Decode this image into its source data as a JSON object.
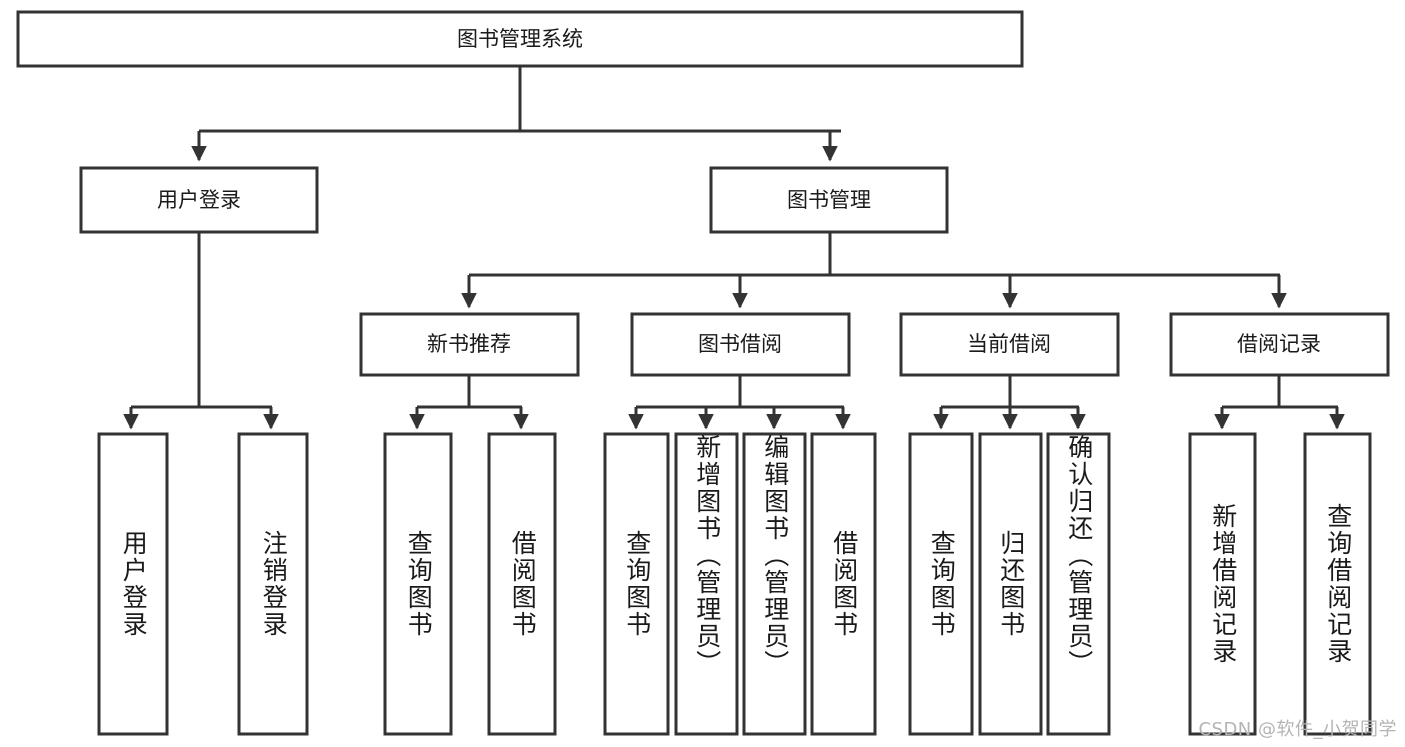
{
  "diagram": {
    "title": "图书管理系统",
    "type": "tree",
    "watermark": "CSDN @软件_小贺同学",
    "colors": {
      "box_stroke": "#333333",
      "box_fill": "#ffffff",
      "text": "#1a1a1a",
      "background": "#ffffff",
      "watermark": "#b4b4b4"
    },
    "root": {
      "label": "图书管理系统"
    },
    "level2": [
      {
        "label": "用户登录"
      },
      {
        "label": "图书管理"
      }
    ],
    "level3": [
      {
        "label": "新书推荐"
      },
      {
        "label": "图书借阅"
      },
      {
        "label": "当前借阅"
      },
      {
        "label": "借阅记录"
      }
    ],
    "leaves": {
      "user_login": [
        {
          "label": "用户登录"
        },
        {
          "label": "注销登录"
        }
      ],
      "new_book_recommend": [
        {
          "label": "查询图书"
        },
        {
          "label": "借阅图书"
        }
      ],
      "book_borrow": [
        {
          "label": "查询图书"
        },
        {
          "label": "新增图书（管理员）"
        },
        {
          "label": "编辑图书（管理员）"
        },
        {
          "label": "借阅图书"
        }
      ],
      "current_borrow": [
        {
          "label": "查询图书"
        },
        {
          "label": "归还图书"
        },
        {
          "label": "确认归还（管理员）"
        }
      ],
      "borrow_record": [
        {
          "label": "新增借阅记录"
        },
        {
          "label": "查询借阅记录"
        }
      ]
    }
  }
}
